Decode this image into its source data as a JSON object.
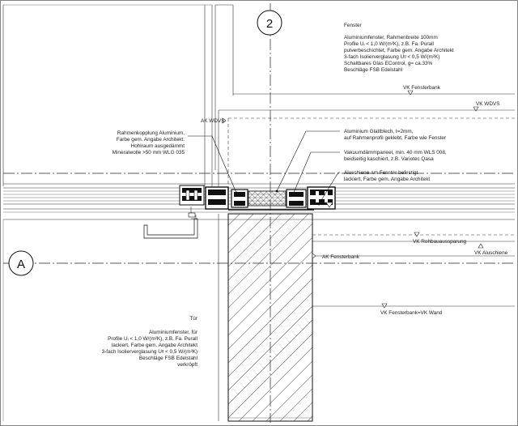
{
  "axes": {
    "axis_2": "2",
    "axis_a": "A"
  },
  "notes": {
    "fenster": {
      "title": "Fenster",
      "lines": [
        "Aluminiumfenster, Rahmenbreite 100mm",
        "Profile Uᵢ < 1,0  W/(m²K), z.B. Fa. Purall",
        "pulverbeschichtet, Farbe gem. Angabe Architekt",
        "3-fach Isolierverglasung Uᵍ < 0,5 W/(m²K)",
        "Schaltbares Glas EControl, g= ca.33%",
        "Beschläge FSB Edelstahl"
      ]
    },
    "rahmenkopplung": {
      "lines": [
        "Rahmenkopplung Aluminium,",
        "Farbe gem. Angabe Architekt.",
        "Hohlraum ausgedämmt",
        "Mineralwolle >50 mm WLG 035"
      ]
    },
    "glattblech": {
      "lines": [
        "Aluminium Glattblech, t=2mm,",
        "auf Rahmenprofil geklebt, Farbe wie Fenster"
      ]
    },
    "vakuum": {
      "lines": [
        "Vakuumdämmpaneel, min. 40 mm WLS 008,",
        "beidseitig kaschiert, z.B. Variotec Qasa"
      ]
    },
    "aluschiene": {
      "lines": [
        "Aluschiene am Fenster befestigt",
        "lackiert, Farbe gem. Angabe Architekt"
      ]
    },
    "tuer": {
      "title": "Tür",
      "lines": [
        "Aluminiumfenster, für",
        "Profile Uᵢ < 1,0  W/(m²K), z.B. Fa. Purall",
        "lackiert, Farbe gem. Angabe Architekt",
        "3-fach Isolierverglasung Uᵍ < 0,5 W/(m²K)",
        "Beschläge FSB Edelstahl",
        "verkröpft"
      ]
    }
  },
  "levels": {
    "vk_fensterbank": "VK Fensterbank",
    "vk_wdvs": "VK WDVS",
    "ak_wdvs": "AK WDVS",
    "vk_rohbauaussparung": "VK Rohbauaussparung",
    "vk_aluschiene": "VK Aluschiene",
    "ak_fensterbank": "AK Fensterbank",
    "vk_fensterbank_wand": "VK Fensterbank=VK Wand"
  }
}
